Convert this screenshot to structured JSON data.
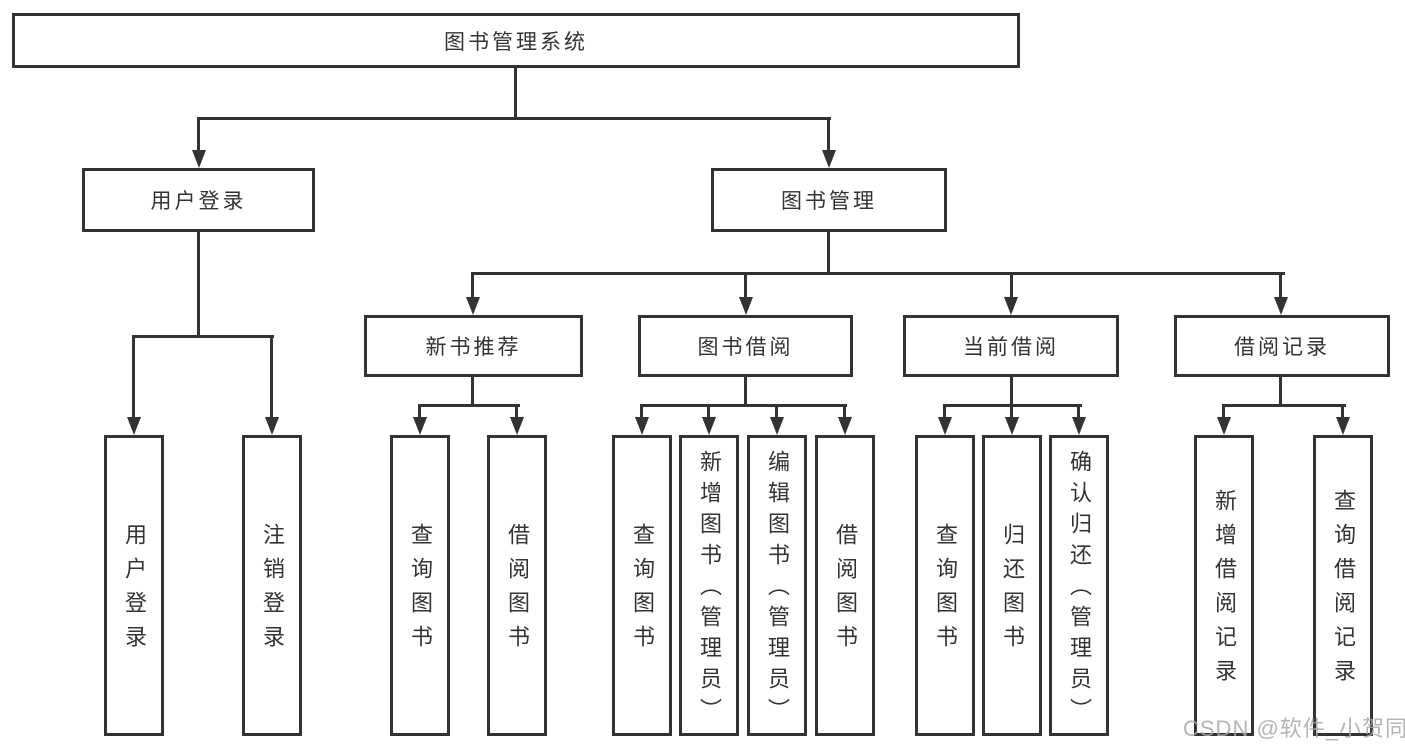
{
  "diagram": {
    "root": {
      "label": "图书管理系统"
    },
    "branches": [
      {
        "label": "用户登录",
        "children": [
          {
            "label": "用户登录"
          },
          {
            "label": "注销登录"
          }
        ]
      },
      {
        "label": "图书管理",
        "children": [
          {
            "label": "新书推荐",
            "children": [
              {
                "label": "查询图书"
              },
              {
                "label": "借阅图书"
              }
            ]
          },
          {
            "label": "图书借阅",
            "children": [
              {
                "label": "查询图书"
              },
              {
                "label": "新增图书（管理员）"
              },
              {
                "label": "编辑图书（管理员）"
              },
              {
                "label": "借阅图书"
              }
            ]
          },
          {
            "label": "当前借阅",
            "children": [
              {
                "label": "查询图书"
              },
              {
                "label": "归还图书"
              },
              {
                "label": "确认归还（管理员）"
              }
            ]
          },
          {
            "label": "借阅记录",
            "children": [
              {
                "label": "新增借阅记录"
              },
              {
                "label": "查询借阅记录"
              }
            ]
          }
        ]
      }
    ]
  },
  "watermark": {
    "text": "CSDN @软件_小贺同学"
  },
  "colors": {
    "line": "#333333",
    "text": "#333333",
    "background": "#ffffff",
    "watermark": "#a8a8a8"
  }
}
